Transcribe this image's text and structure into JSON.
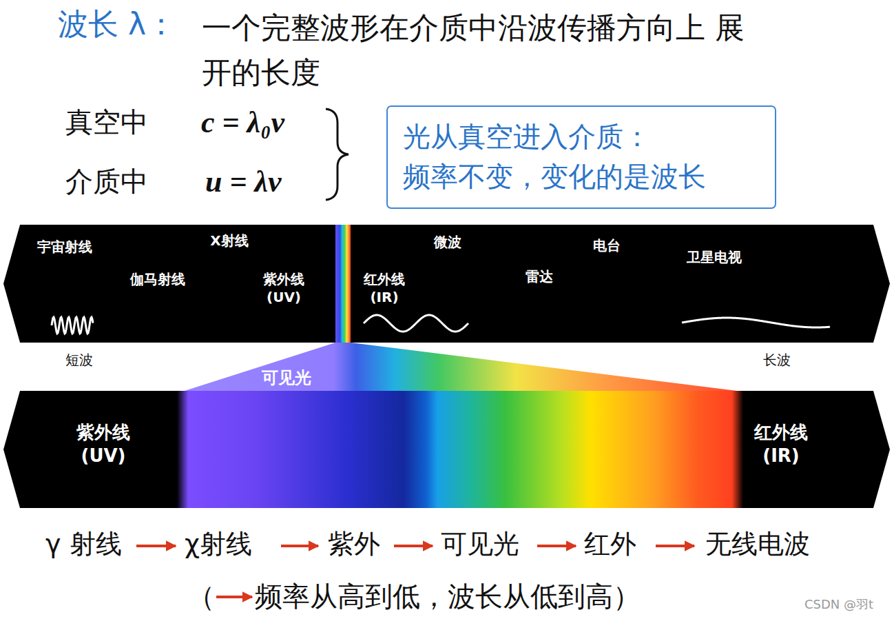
{
  "diagram": {
    "title": "波长 λ：",
    "nodes": [
      {
        "text": [
          "光从真空进入介质：",
          "频率不变，变化的是波长"
        ]
      },
      {
        "text": [
          "宇宙射线",
          "X射线",
          "伽马射线",
          "紫外线 (UV)",
          "红外线 (IR)",
          "微波",
          "雷达",
          "电台",
          "卫星电视"
        ]
      },
      {
        "text": [
          "紫外线 (UV)",
          "红外线 (IR)"
        ]
      }
    ],
    "labels": [
      "一个完整波形在介质中沿波传播方向上 展开的长度",
      "真空中",
      "c = λ₀ν",
      "介质中",
      "u = λν",
      "短波",
      "长波",
      "可见光",
      "γ 射线",
      "χ射线",
      "紫外",
      "可见光",
      "红外",
      "无线电波",
      "（",
      "频率从高到低，波长从低到高）",
      "CSDN @羽t"
    ]
  }
}
